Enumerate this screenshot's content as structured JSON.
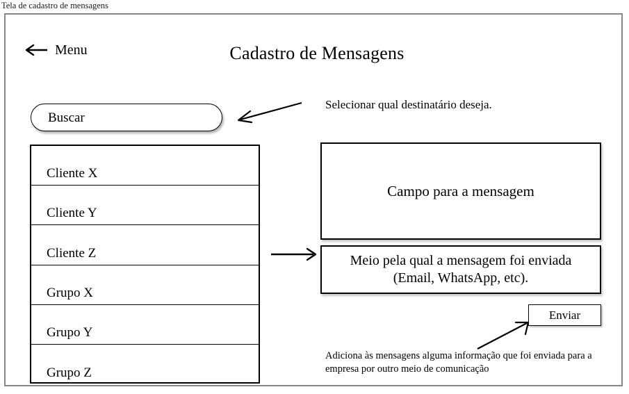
{
  "caption": "Tela de cadastro de mensagens",
  "header": {
    "back_label": "Menu",
    "back_icon": "arrow-left-icon",
    "title": "Cadastro de Mensagens"
  },
  "search": {
    "label": "Buscar",
    "placeholder": "Buscar"
  },
  "annotations": {
    "recipient_hint": "Selecionar qual destinatário deseja.",
    "send_hint": "Adiciona às mensagens alguma informação que foi enviada para a empresa por outro meio de comunicação",
    "arrow_to_search": "arrow-left-icon",
    "arrow_to_panel": "arrow-right-icon",
    "arrow_to_send": "arrow-up-right-icon"
  },
  "recipients": {
    "items": [
      {
        "label": "Cliente X"
      },
      {
        "label": "Cliente Y"
      },
      {
        "label": "Cliente Z"
      },
      {
        "label": "Grupo X"
      },
      {
        "label": "Grupo Y"
      },
      {
        "label": "Grupo Z"
      }
    ]
  },
  "composer": {
    "message_field_label": "Campo para a mensagem",
    "channel_field_label": "Meio pela qual a mensagem foi enviada (Email, WhatsApp, etc).",
    "send_label": "Enviar"
  },
  "colors": {
    "frame_border": "#878787",
    "ink": "#000000",
    "surface": "#ffffff"
  }
}
